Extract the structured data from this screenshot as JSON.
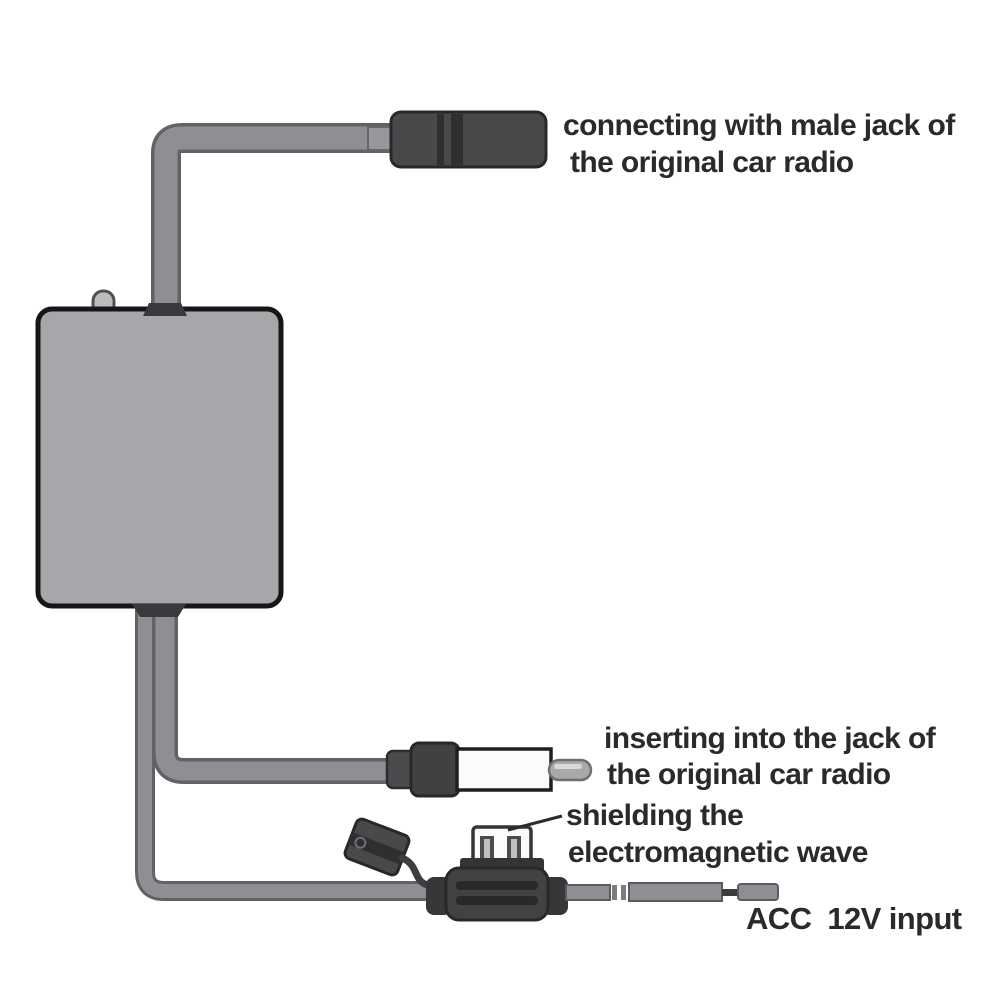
{
  "title": "car radio antenna signal amplifier connection diagram",
  "colors": {
    "background": "#ffffff",
    "cable_fill": "#8f8f93",
    "cable_outline": "#626266",
    "connector_dark": "#49494c",
    "connector_stripe": "#2f2f32",
    "plug_dark": "#414144",
    "box_fill": "#a7a7ab",
    "box_border": "#161616",
    "nub_fill": "#bcbcbf",
    "collar_dark": "#3a3a3d",
    "fuse_white": "#fbfbfb",
    "fuse_body": "#424245",
    "pin_gray": "#a9a9ac",
    "text": "#2a2a2a"
  },
  "labels": {
    "top_connector": {
      "line1": "connecting with male jack of",
      "line2": "the original car radio"
    },
    "antenna_plug": {
      "line1": "inserting into the jack of",
      "line2": "the original car radio"
    },
    "fuse_shield": {
      "line1": "shielding the",
      "line2": "electromagnetic wave"
    },
    "power_input": "ACC  12V input"
  },
  "components": {
    "amplifier_box": "amplifier box",
    "top_connector": "female jack connector",
    "antenna_plug": "male antenna plug",
    "fuse_holder": "inline fuse holder",
    "fuse_cap": "fuse holder cap",
    "power_connector": "ACC 12V input lead"
  }
}
